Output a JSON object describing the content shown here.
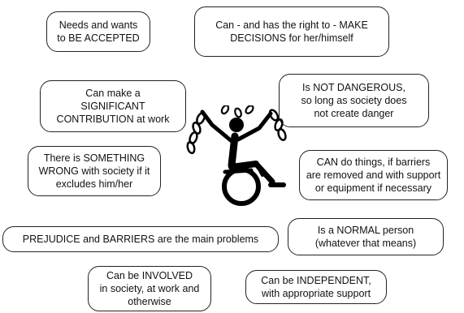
{
  "boxes": {
    "accepted": "Needs and wants\nto BE ACCEPTED",
    "decisions": "Can - and has the right to - MAKE\nDECISIONS for her/himself",
    "contribution": "Can make a\nSIGNIFICANT\nCONTRIBUTION at work",
    "not_dangerous": "Is NOT DANGEROUS,\nso long as society does\nnot create danger",
    "wrong_society": "There is SOMETHING\nWRONG with society if it\nexcludes him/her",
    "can_do": "CAN do things, if barriers\nare removed and with support\nor equipment if necessary",
    "prejudice": "PREJUDICE and BARRIERS are the main problems",
    "normal": "Is a NORMAL person\n(whatever that means)",
    "involved": "Can be INVOLVED\nin society, at work and\notherwise",
    "independent": "Can be INDEPENDENT,\nwith appropriate support"
  },
  "figure": {
    "icon": "wheelchair-user-breaking-chains-icon"
  }
}
